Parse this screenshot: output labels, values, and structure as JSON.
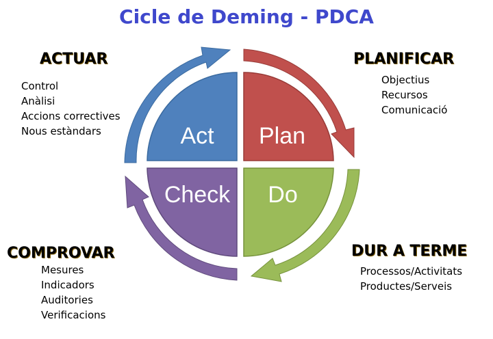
{
  "title": "Cicle de Deming - PDCA",
  "phases": {
    "actuar": {
      "heading": "ACTUAR",
      "items": [
        "Control",
        "Anàlisi",
        "Accions correctives",
        "Nous estàndars"
      ]
    },
    "planificar": {
      "heading": "PLANIFICAR",
      "items": [
        "Objectius",
        "Recursos",
        "Comunicació"
      ]
    },
    "comprovar": {
      "heading": "COMPROVAR",
      "items": [
        "Mesures",
        "Indicadors",
        "Auditories",
        "Verificacions"
      ]
    },
    "dur_a_terme": {
      "heading": "DUR A TERME",
      "items": [
        "Processos/Activitats",
        "Productes/Serveis"
      ]
    }
  },
  "quadrants": {
    "act": {
      "label": "Act",
      "color": "#4f81bd"
    },
    "plan": {
      "label": "Plan",
      "color": "#c0504d"
    },
    "check": {
      "label": "Check",
      "color": "#8064a2"
    },
    "do": {
      "label": "Do",
      "color": "#9bbb59"
    }
  },
  "colors": {
    "title": "#3f48cc"
  }
}
